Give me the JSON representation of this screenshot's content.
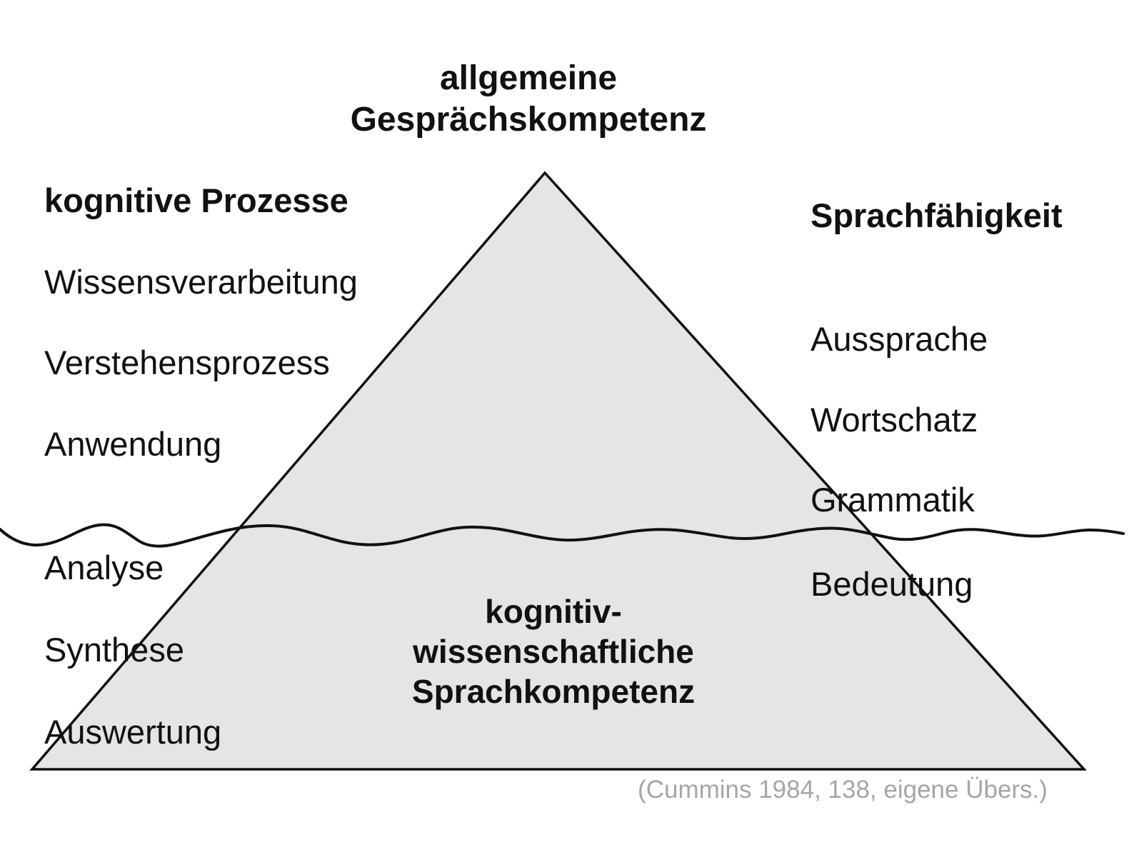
{
  "title": "allgemeine\nGesprächskompetenz",
  "left_column": {
    "header": "kognitive Prozesse",
    "items_above_waterline": [
      "Wissensverarbeitung",
      "Verstehensprozess",
      "Anwendung"
    ],
    "items_below_waterline": [
      "Analyse",
      "Synthese",
      "Auswertung"
    ]
  },
  "right_column": {
    "header": "Sprachfähigkeit",
    "items_above_waterline": [
      "Aussprache",
      "Wortschatz",
      "Grammatik"
    ],
    "items_below_waterline": [
      "Bedeutung"
    ]
  },
  "center_label": "kognitiv-\nwissenschaftliche\nSprachkompetenz",
  "citation": "(Cummins 1984, 138, eigene Übers.)",
  "colors": {
    "triangle_fill": "#e5e5e5",
    "outline": "#111111",
    "citation_text": "#a6a6a6",
    "background": "#ffffff"
  }
}
